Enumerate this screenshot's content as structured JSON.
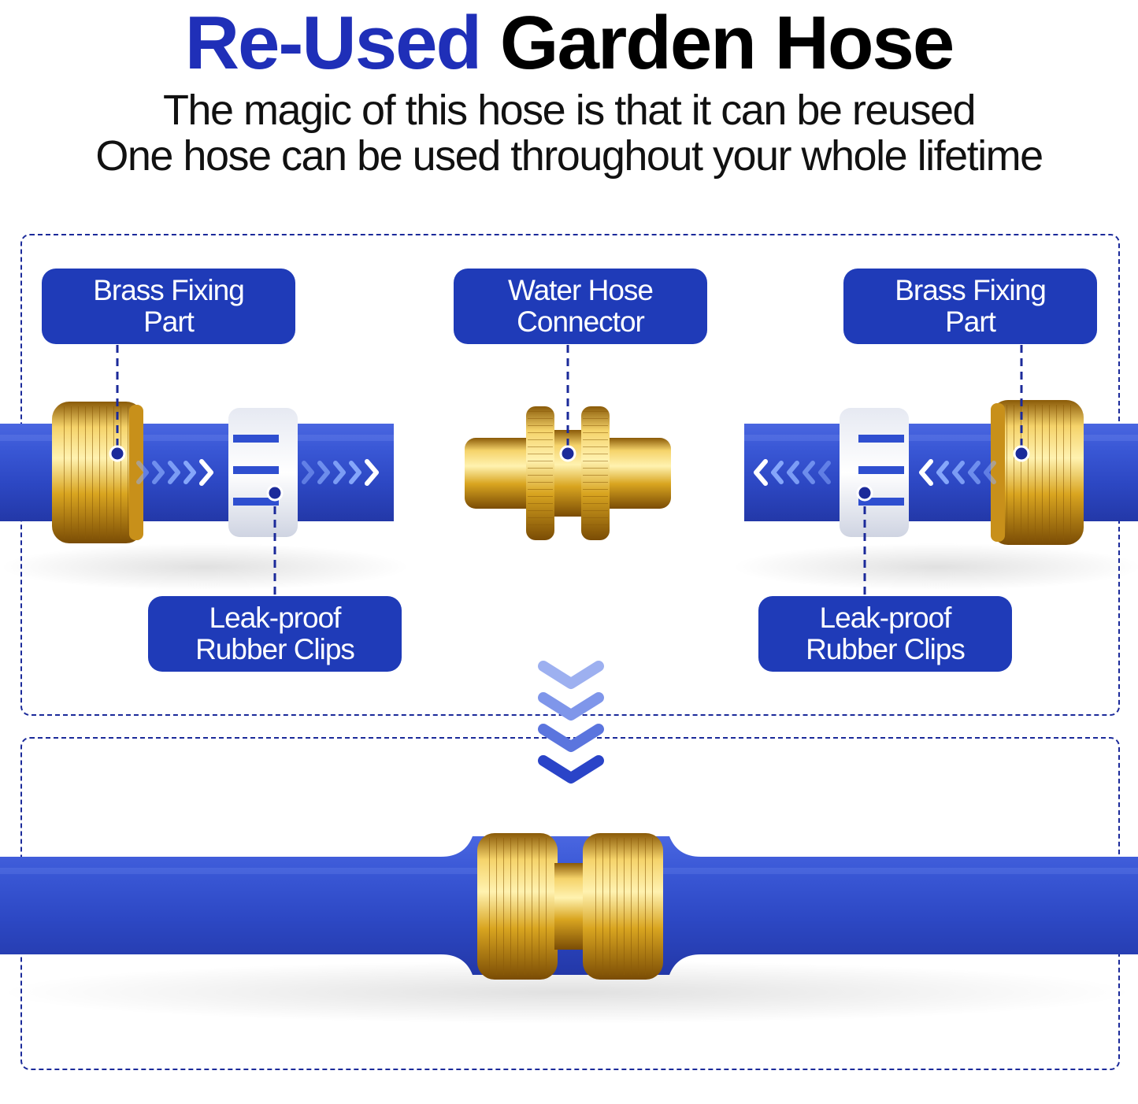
{
  "title": {
    "accent": "Re-Used",
    "rest": "Garden Hose"
  },
  "subtitle": {
    "line1": "The magic of this hose is that it can be reused",
    "line2": "One hose can be used throughout your whole lifetime"
  },
  "labels": {
    "brass_left": {
      "line1": "Brass Fixing",
      "line2": "Part"
    },
    "connector": {
      "line1": "Water Hose",
      "line2": "Connector"
    },
    "brass_right": {
      "line1": "Brass Fixing",
      "line2": "Part"
    },
    "clip_left": {
      "line1": "Leak-proof",
      "line2": "Rubber Clips"
    },
    "clip_right": {
      "line1": "Leak-proof",
      "line2": "Rubber Clips"
    }
  },
  "colors": {
    "accent_blue": "#1f2fb8",
    "hose_blue": "#2f4fd0",
    "label_blue": "#1f3bb8",
    "brass": "#d9a520",
    "frame": "#1b2a9a"
  },
  "icons": [
    "chevron-right-icon",
    "chevron-left-icon",
    "chevron-down-icon"
  ]
}
